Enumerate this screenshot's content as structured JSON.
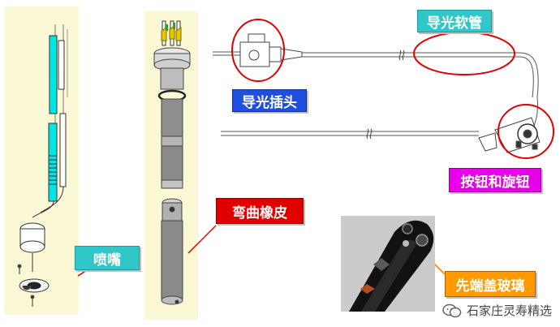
{
  "labels": {
    "light_guide_tube": "导光软管",
    "light_guide_plug": "导光插头",
    "buttons_knobs": "按钮和旋钮",
    "bending_rubber": "弯曲橡皮",
    "nozzle": "喷嘴",
    "tip_cover_glass": "先端盖玻璃"
  },
  "watermark": {
    "text": "石家庄灵寿精选"
  },
  "colors": {
    "teal": "#2fc7c7",
    "blue": "#1f4fe0",
    "red": "#e00000",
    "magenta": "#e800e8",
    "orange": "#ff9a00",
    "panel": "#fbf8d6",
    "cyan_part": "#00e6e6",
    "highlight_ring": "#e00000"
  },
  "icons": [
    "wechat-icon"
  ]
}
